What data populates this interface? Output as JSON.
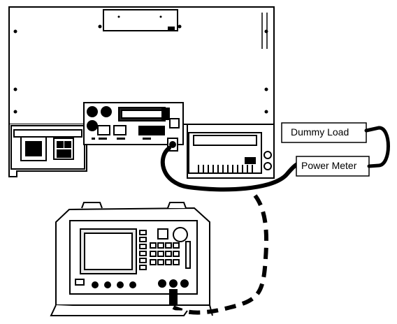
{
  "labels": {
    "dummy_load": "Dummy Load",
    "power_meter": "Power Meter"
  },
  "colors": {
    "line": "#000000",
    "background": "#ffffff"
  },
  "icons": [
    "radio-unit-rear-panel",
    "cable-line-icon",
    "test-set-instrument"
  ]
}
